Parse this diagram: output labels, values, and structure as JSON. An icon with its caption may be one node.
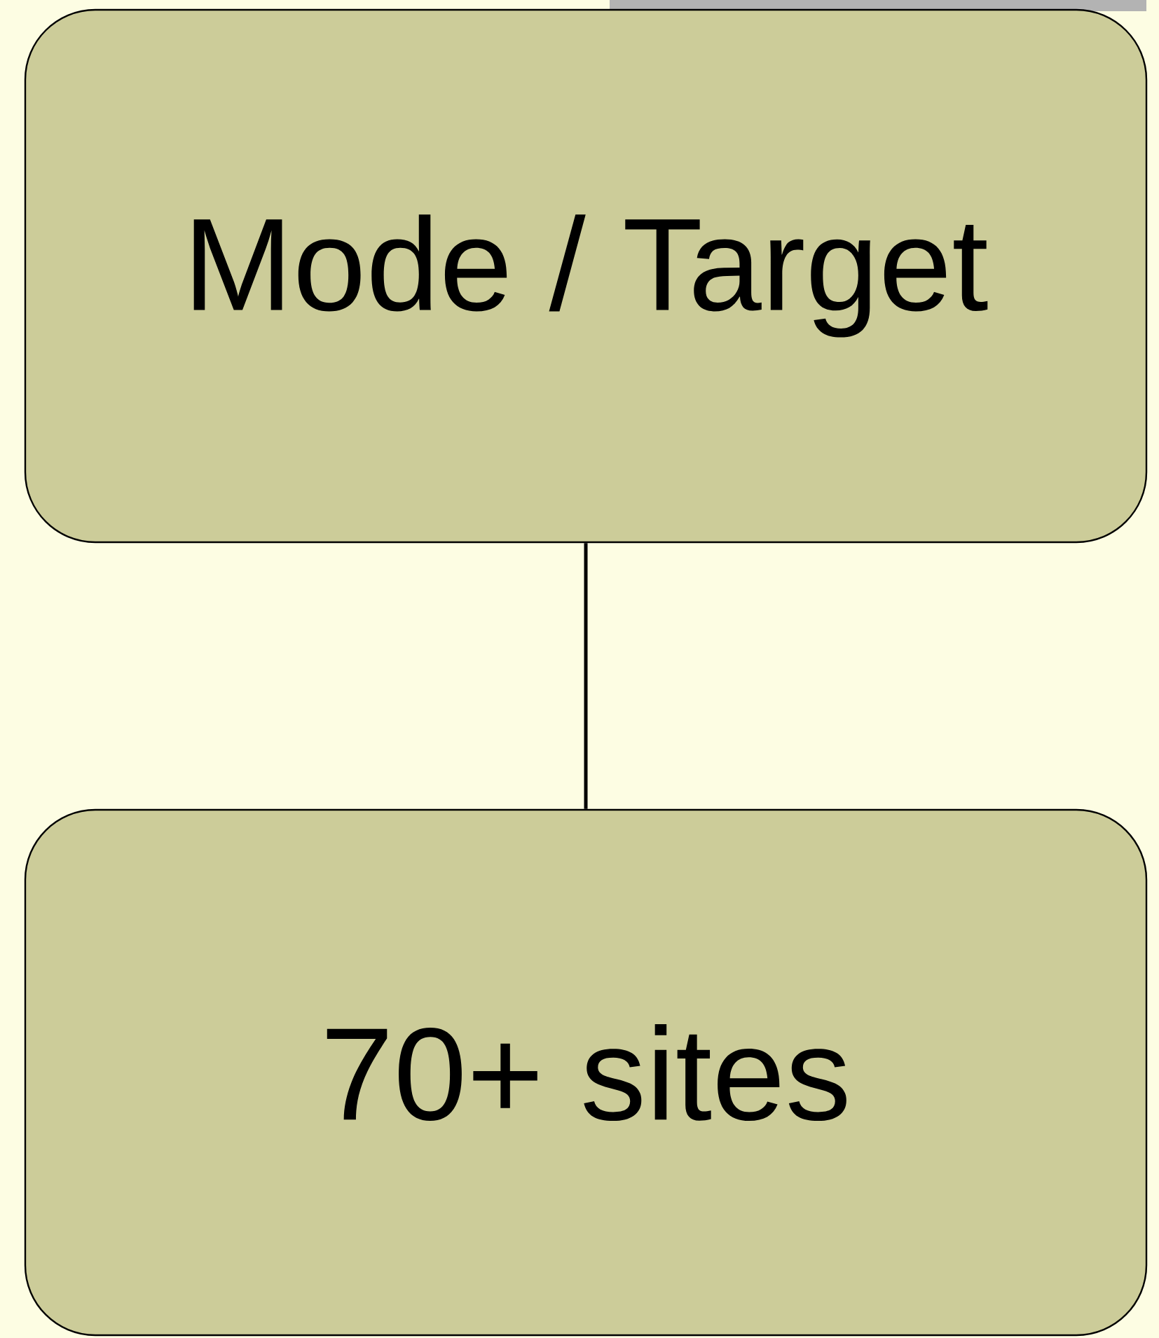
{
  "diagram": {
    "nodes": [
      {
        "text": [
          "Mode / Target"
        ]
      },
      {
        "text": [
          "70+ sites"
        ]
      }
    ],
    "edges": [
      {
        "from": 0,
        "to": 1,
        "arrow": "none"
      }
    ]
  }
}
